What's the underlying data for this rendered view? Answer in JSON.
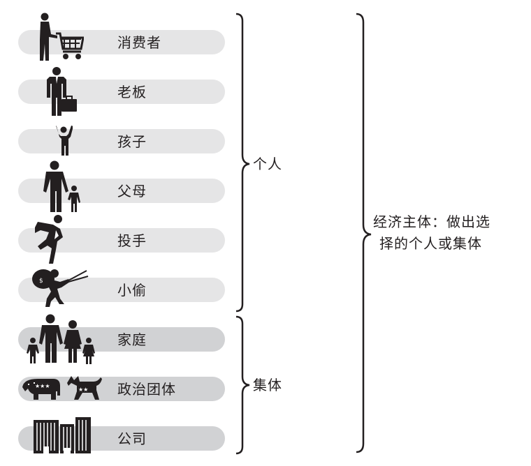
{
  "individual_items": [
    {
      "label": "消费者",
      "icon": "shopper-with-cart-icon"
    },
    {
      "label": "老板",
      "icon": "businessman-with-briefcase-icon"
    },
    {
      "label": "孩子",
      "icon": "child-arms-up-icon"
    },
    {
      "label": "父母",
      "icon": "parent-with-child-icon"
    },
    {
      "label": "投手",
      "icon": "pitcher-icon"
    },
    {
      "label": "小偷",
      "icon": "thief-with-bolt-cutter-icon"
    }
  ],
  "collective_items": [
    {
      "label": "家庭",
      "icon": "family-icon"
    },
    {
      "label": "政治团体",
      "icon": "elephant-and-donkey-icon"
    },
    {
      "label": "公司",
      "icon": "office-buildings-icon"
    }
  ],
  "groups": {
    "individual": "个人",
    "collective": "集体"
  },
  "definition": {
    "line1": "经济主体：做出选",
    "line2": "择的个人或集体"
  }
}
